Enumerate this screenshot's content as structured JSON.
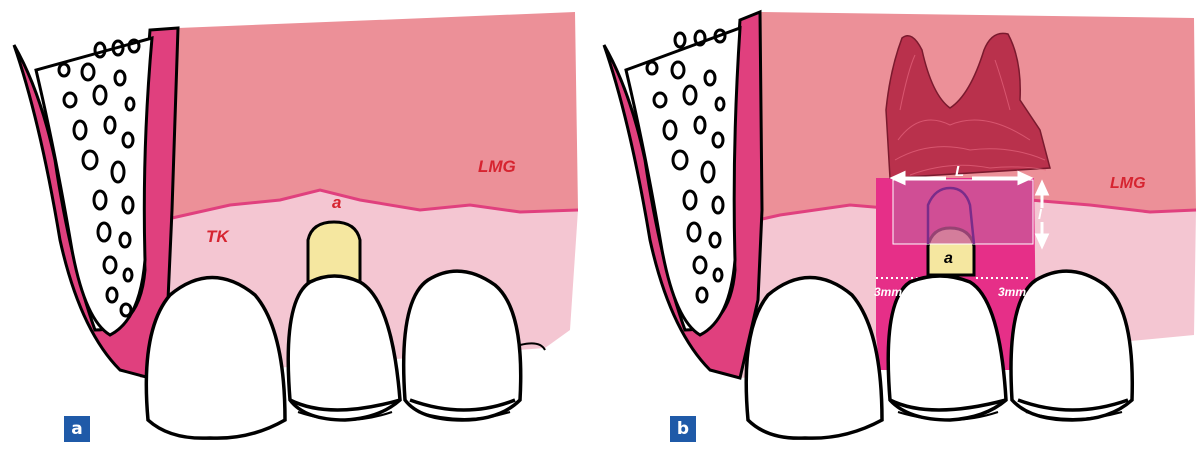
{
  "panels": [
    {
      "badge": "a",
      "labels": {
        "lmg": "LMG",
        "tk": "TK",
        "a": "a"
      }
    },
    {
      "badge": "b",
      "labels": {
        "lmg": "LMG",
        "l_upper": "L",
        "l_lower": "l",
        "a": "a",
        "mm_left": "3mm",
        "mm_right": "3mm"
      }
    }
  ],
  "colors": {
    "mucosa": "#ec9098",
    "keratinized_gingiva": "#f4c6d2",
    "bone_border": "#e0407e",
    "graft": "#e62f88",
    "recession": "#f5e7a0",
    "label_red": "#d62430",
    "badge": "#1f5aa8"
  },
  "icons": [
    "bone-trabecular-pattern",
    "tooth-crown",
    "connective-tissue-graft"
  ]
}
